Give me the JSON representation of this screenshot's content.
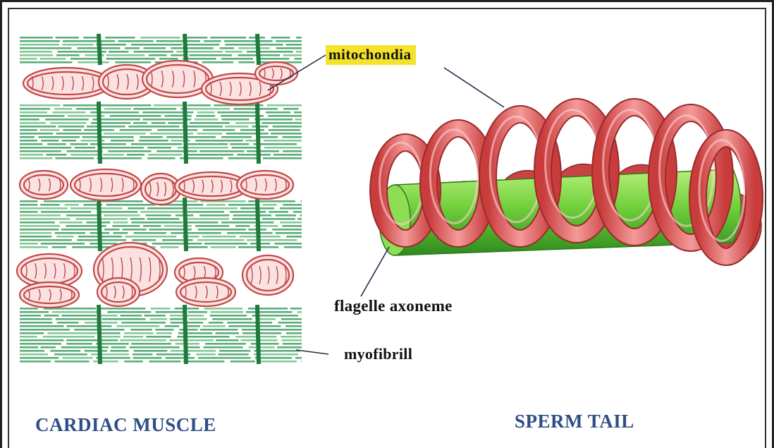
{
  "labels": {
    "mitochondria": "mitochondia",
    "flagellum": "flagelle axoneme",
    "myofibril": "myofibrill"
  },
  "captions": {
    "cardiac": "CARDIAC MUSCLE",
    "sperm": "SPERM TAIL"
  },
  "colors": {
    "myofibril_green": "#2e9a5a",
    "mitochondria_red": "#e05a5a",
    "axoneme_green": "#6fcf3a",
    "caption_blue": "#2d4e86",
    "highlight_yellow": "#f3e32a"
  }
}
